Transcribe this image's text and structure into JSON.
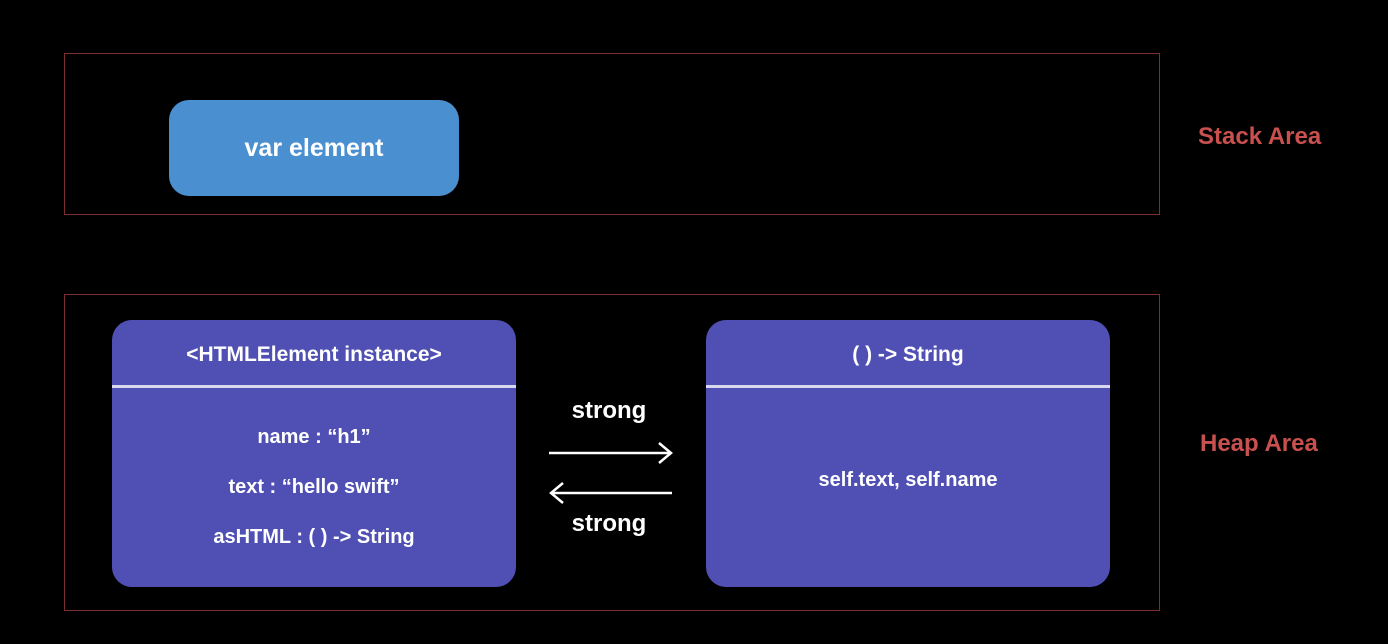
{
  "colors": {
    "background": "#000000",
    "area_border": "#7a2e2e",
    "area_label": "#c8504e",
    "stack_box": "#4a90d0",
    "heap_box": "#5050b4",
    "divider": "#d8d8ee",
    "text": "#ffffff"
  },
  "stack": {
    "label": "Stack Area",
    "variable": "var element"
  },
  "heap": {
    "label": "Heap Area",
    "instance": {
      "title": "<HTMLElement instance>",
      "properties": [
        "name : “h1”",
        "text : “hello swift”",
        "asHTML : ( ) -> String"
      ]
    },
    "closure": {
      "title": "( ) -> String",
      "captures": "self.text,  self.name"
    },
    "references": {
      "forward_label": "strong",
      "backward_label": "strong"
    }
  }
}
